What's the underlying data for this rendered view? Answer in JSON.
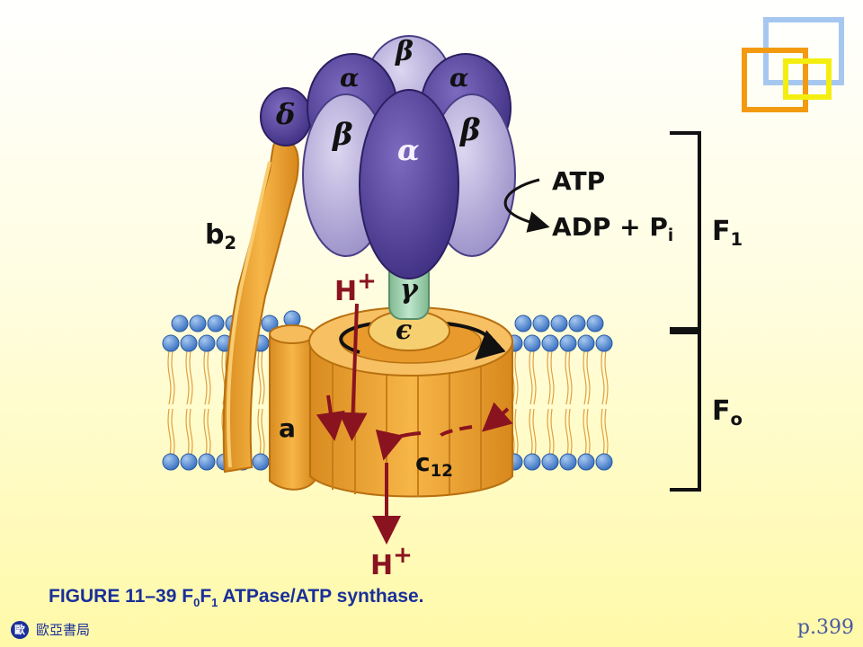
{
  "labels": {
    "beta_top": "β",
    "alpha_left": "α",
    "alpha_right": "α",
    "delta": "δ",
    "beta_left": "β",
    "alpha_front": "α",
    "beta_right": "β",
    "gamma": "γ",
    "epsilon": "ϵ",
    "b2_main": "b",
    "b2_sub": "2",
    "a": "a",
    "c12_main": "c",
    "c12_sub": "12",
    "h_in": "H",
    "h_out": "H",
    "plus": "+",
    "atp": "ATP",
    "adp": "ADP + P",
    "pi_sub": "i",
    "f1_main": "F",
    "f1_sub": "1",
    "fo_main": "F",
    "fo_sub": "o"
  },
  "caption": {
    "prefix": "FIGURE 11–39 F",
    "sub0": "0",
    "mid": "F",
    "sub1": "1",
    "suffix": " ATPase/ATP synthase."
  },
  "publisher": {
    "logo": "歐",
    "name": "歐亞書局"
  },
  "page_number": "p.399",
  "colors": {
    "alpha_dark": "#4b3a8e",
    "beta_light": "#b8b0dc",
    "stalk": "#9fd0b0",
    "orange": "#f0a030",
    "arrow": "#8a1320",
    "caption": "#1a2f9a"
  }
}
